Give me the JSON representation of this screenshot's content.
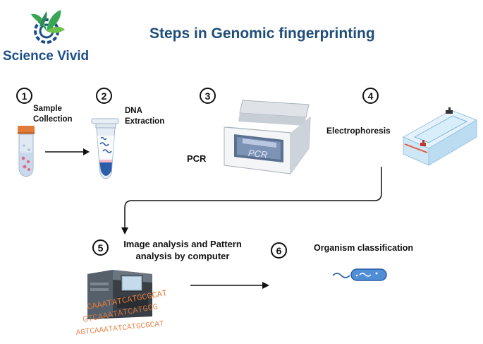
{
  "title": "Steps in Genomic fingerprinting",
  "brand": "Science Vivid",
  "steps": [
    {
      "number": "1",
      "label_line1": "Sample",
      "label_line2": "Collection"
    },
    {
      "number": "2",
      "label_line1": "DNA",
      "label_line2": "Extraction"
    },
    {
      "number": "3",
      "label": "PCR",
      "device_text": "PCR"
    },
    {
      "number": "4",
      "label": "Electrophoresis"
    },
    {
      "number": "5",
      "label_line1": "Image analysis and Pattern",
      "label_line2": "analysis by computer"
    },
    {
      "number": "6",
      "label": "Organism classification"
    }
  ],
  "dna_sequences": [
    "CAAATATCATGCGCAT",
    "GTCAAATATCATGCG",
    "AGTCAAATATCATGCGCAT"
  ],
  "colors": {
    "title": "#1f4e79",
    "brand_text": "#1b4f8a",
    "logo_green": "#3aa655",
    "logo_blue": "#1b4f8a",
    "dna_text": "#e07a3a"
  }
}
